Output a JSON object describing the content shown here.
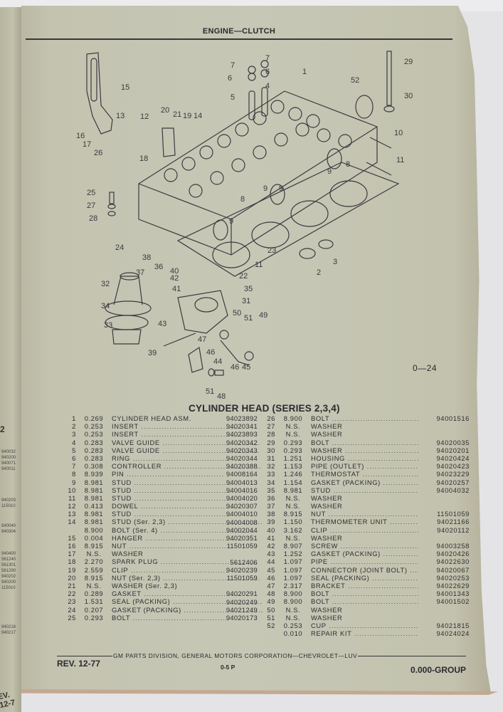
{
  "header": {
    "title": "ENGINE—CLUTCH"
  },
  "figure": {
    "number": "0—24",
    "callouts": [
      "1",
      "2",
      "3",
      "4",
      "5",
      "6",
      "7",
      "8",
      "9",
      "10",
      "11",
      "12",
      "13",
      "14",
      "15",
      "16",
      "17",
      "18",
      "19",
      "20",
      "21",
      "22",
      "23",
      "24",
      "25",
      "26",
      "27",
      "28",
      "29",
      "30",
      "31",
      "32",
      "33",
      "34",
      "35",
      "36",
      "37",
      "38",
      "39",
      "40",
      "41",
      "42",
      "43",
      "44",
      "45",
      "46",
      "47",
      "48",
      "49",
      "50",
      "51",
      "52"
    ]
  },
  "section_title": "CYLINDER HEAD (SERIES 2,3,4)",
  "parts_left": [
    {
      "ref": "1",
      "qty": "0.269",
      "desc": "CYLINDER HEAD ASM."
    },
    {
      "ref": "2",
      "qty": "0.253",
      "desc": "INSERT"
    },
    {
      "ref": "3",
      "qty": "0.253",
      "desc": "INSERT"
    },
    {
      "ref": "4",
      "qty": "0.283",
      "desc": "VALVE GUIDE"
    },
    {
      "ref": "5",
      "qty": "0.283",
      "desc": "VALVE GUIDE"
    },
    {
      "ref": "6",
      "qty": "0.283",
      "desc": "RING"
    },
    {
      "ref": "7",
      "qty": "0.308",
      "desc": "CONTROLLER"
    },
    {
      "ref": "8",
      "qty": "8.939",
      "desc": "PIN"
    },
    {
      "ref": "9",
      "qty": "8.981",
      "desc": "STUD"
    },
    {
      "ref": "10",
      "qty": "8.981",
      "desc": "STUD"
    },
    {
      "ref": "11",
      "qty": "8.981",
      "desc": "STUD"
    },
    {
      "ref": "12",
      "qty": "0.413",
      "desc": "DOWEL"
    },
    {
      "ref": "13",
      "qty": "8.981",
      "desc": "STUD"
    },
    {
      "ref": "14",
      "qty": "8.981",
      "desc": "STUD (Ser. 2,3)"
    },
    {
      "ref": "",
      "qty": "8.900",
      "desc": "BOLT (Ser. 4)"
    },
    {
      "ref": "15",
      "qty": "0.004",
      "desc": "HANGER"
    },
    {
      "ref": "16",
      "qty": "8.915",
      "desc": "NUT"
    },
    {
      "ref": "17",
      "qty": "N.S.",
      "desc": "WASHER"
    },
    {
      "ref": "18",
      "qty": "2.270",
      "desc": "SPARK PLUG"
    },
    {
      "ref": "19",
      "qty": "2.559",
      "desc": "CLIP"
    },
    {
      "ref": "20",
      "qty": "8.915",
      "desc": "NUT (Ser. 2,3)"
    },
    {
      "ref": "21",
      "qty": "N.S.",
      "desc": "WASHER (Ser. 2,3)"
    },
    {
      "ref": "22",
      "qty": "0.289",
      "desc": "GASKET"
    },
    {
      "ref": "23",
      "qty": "1.531",
      "desc": "SEAL (PACKING)"
    },
    {
      "ref": "24",
      "qty": "0.207",
      "desc": "GASKET (PACKING)"
    },
    {
      "ref": "25",
      "qty": "0.293",
      "desc": "BOLT"
    }
  ],
  "part_numbers_left": [
    "94023892",
    "94020341",
    "94023893",
    "94020342",
    "94020343",
    "94020344",
    "94020388",
    "94008164",
    "94004013",
    "94004016",
    "94004020",
    "94020307",
    "94004010",
    "94004008",
    "94002044",
    "94020351",
    "11501059",
    "",
    "5612406",
    "94020239",
    "11501059",
    "",
    "94020291",
    "94020249",
    "94021249",
    "94020173"
  ],
  "parts_right": [
    {
      "ref": "26",
      "qty": "8.900",
      "desc": "BOLT",
      "pn": "94001516"
    },
    {
      "ref": "27",
      "qty": "N.S.",
      "desc": "WASHER",
      "pn": ""
    },
    {
      "ref": "28",
      "qty": "N.S.",
      "desc": "WASHER",
      "pn": ""
    },
    {
      "ref": "29",
      "qty": "0.293",
      "desc": "BOLT",
      "pn": "94020035"
    },
    {
      "ref": "30",
      "qty": "0.293",
      "desc": "WASHER",
      "pn": "94020201"
    },
    {
      "ref": "31",
      "qty": "1.251",
      "desc": "HOUSING",
      "pn": "94020424"
    },
    {
      "ref": "32",
      "qty": "1.153",
      "desc": "PIPE (OUTLET)",
      "pn": "94020423"
    },
    {
      "ref": "33",
      "qty": "1.246",
      "desc": "THERMOSTAT",
      "pn": "94023229"
    },
    {
      "ref": "34",
      "qty": "1.154",
      "desc": "GASKET (PACKING)",
      "pn": "94020257"
    },
    {
      "ref": "35",
      "qty": "8.981",
      "desc": "STUD",
      "pn": "94004032"
    },
    {
      "ref": "36",
      "qty": "N.S.",
      "desc": "WASHER",
      "pn": ""
    },
    {
      "ref": "37",
      "qty": "N.S.",
      "desc": "WASHER",
      "pn": ""
    },
    {
      "ref": "38",
      "qty": "8.915",
      "desc": "NUT",
      "pn": "11501059"
    },
    {
      "ref": "39",
      "qty": "1.150",
      "desc": "THERMOMETER UNIT",
      "pn": "94021166"
    },
    {
      "ref": "40",
      "qty": "3.162",
      "desc": "CLIP",
      "pn": "94020112"
    },
    {
      "ref": "41",
      "qty": "N.S.",
      "desc": "WASHER",
      "pn": ""
    },
    {
      "ref": "42",
      "qty": "8.907",
      "desc": "SCREW",
      "pn": "94003258"
    },
    {
      "ref": "43",
      "qty": "1.252",
      "desc": "GASKET (PACKING)",
      "pn": "94020426"
    },
    {
      "ref": "44",
      "qty": "1.097",
      "desc": "PIPE",
      "pn": "94022630"
    },
    {
      "ref": "45",
      "qty": "1.097",
      "desc": "CONNECTOR (JOINT BOLT)",
      "pn": "94020067"
    },
    {
      "ref": "46",
      "qty": "1.097",
      "desc": "SEAL (PACKING)",
      "pn": "94020253"
    },
    {
      "ref": "47",
      "qty": "2.317",
      "desc": "BRACKET",
      "pn": "94022629"
    },
    {
      "ref": "48",
      "qty": "8.900",
      "desc": "BOLT",
      "pn": "94001343"
    },
    {
      "ref": "49",
      "qty": "8.900",
      "desc": "BOLT",
      "pn": "94001502"
    },
    {
      "ref": "50",
      "qty": "N.S.",
      "desc": "WASHER",
      "pn": ""
    },
    {
      "ref": "51",
      "qty": "N.S.",
      "desc": "WASHER",
      "pn": ""
    },
    {
      "ref": "52",
      "qty": "0.253",
      "desc": "CUP",
      "pn": "94021815"
    },
    {
      "ref": "",
      "qty": "0.010",
      "desc": "REPAIR KIT",
      "pn": "94024024"
    }
  ],
  "footer": {
    "rev": "REV. 12-77",
    "corp": "GM PARTS DIVISION, GENERAL MOTORS CORPORATION—CHEVROLET—LUV",
    "page": "0-5  P",
    "group": "0.000-GROUP"
  },
  "adjacent_page": {
    "fragment": "2",
    "rev": "EV. 12-7",
    "stubs": [
      "940032",
      "940200",
      "940071",
      "940011",
      "",
      "",
      "940203",
      "115010",
      "",
      "940040",
      "940304",
      "940400",
      "561240",
      "561301",
      "561290",
      "940202",
      "940200",
      "115010",
      "",
      "",
      "940218",
      "940217"
    ]
  }
}
